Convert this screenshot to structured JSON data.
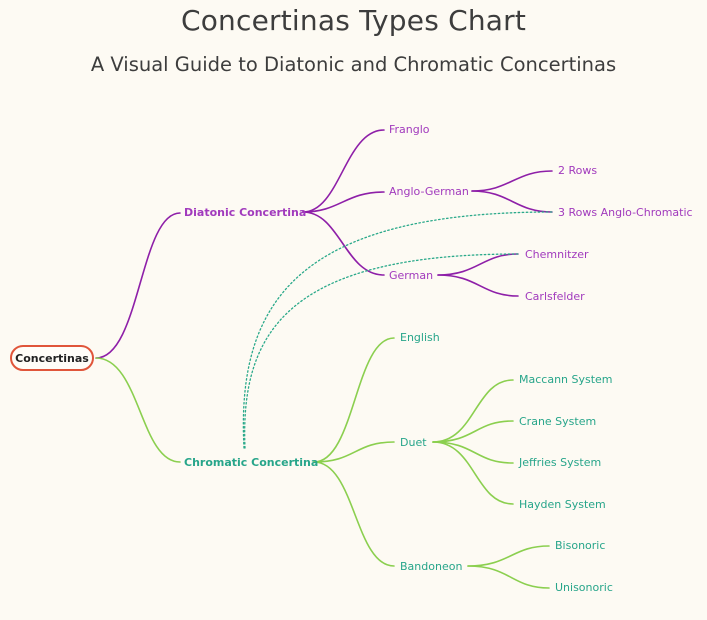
{
  "header": {
    "title": "Concertinas Types Chart",
    "subtitle": "A Visual Guide to Diatonic and Chromatic Concertinas"
  },
  "colors": {
    "background": "#fdfaf3",
    "root_border": "#e0553a",
    "diatonic_line": "#8e1fa8",
    "diatonic_text": "#a13abd",
    "chromatic_line": "#8bcf4f",
    "chromatic_text": "#27a58a",
    "cross_link": "#2aa98a"
  },
  "mindmap": {
    "root": "Concertinas",
    "branches": [
      {
        "label": "Diatonic Concertina",
        "children": [
          {
            "label": "Franglo",
            "children": []
          },
          {
            "label": "Anglo-German",
            "children": [
              {
                "label": "2 Rows"
              },
              {
                "label": "3 Rows Anglo-Chromatic"
              }
            ]
          },
          {
            "label": "German",
            "children": [
              {
                "label": "Chemnitzer"
              },
              {
                "label": "Carlsfelder"
              }
            ]
          }
        ]
      },
      {
        "label": "Chromatic Concertina",
        "children": [
          {
            "label": "English",
            "children": []
          },
          {
            "label": "Duet",
            "children": [
              {
                "label": "Maccann System"
              },
              {
                "label": "Crane System"
              },
              {
                "label": "Jeffries System"
              },
              {
                "label": "Hayden System"
              }
            ]
          },
          {
            "label": "Bandoneon",
            "children": [
              {
                "label": "Bisonoric"
              },
              {
                "label": "Unisonoric"
              }
            ]
          }
        ]
      }
    ],
    "cross_links": [
      {
        "from": "Chromatic Concertina",
        "to": "3 Rows Anglo-Chromatic",
        "style": "dotted"
      },
      {
        "from": "Chromatic Concertina",
        "to": "Chemnitzer",
        "style": "dotted"
      }
    ]
  }
}
